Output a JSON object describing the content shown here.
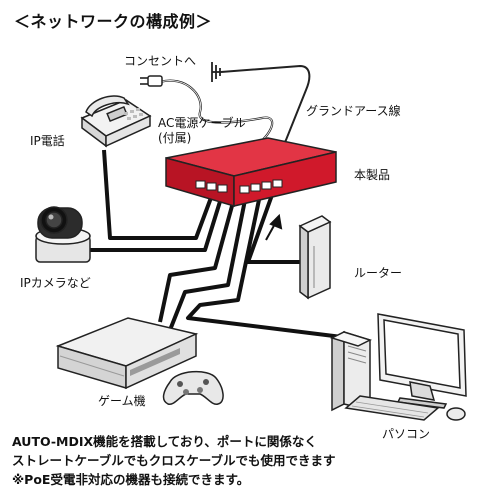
{
  "title": "＜ネットワークの構成例＞",
  "labels": {
    "outlet": "コンセントへ",
    "ac_cable_line1": "AC電源ケーブル",
    "ac_cable_line2": "(付属)",
    "ground": "グランドアース線",
    "ip_phone": "IP電話",
    "product": "本製品",
    "ip_camera": "IPカメラなど",
    "router": "ルーター",
    "game": "ゲーム機",
    "pc": "パソコン"
  },
  "notes": [
    "AUTO-MDIX機能を搭載しており、ポートに関係なく",
    "ストレートケーブルでもクロスケーブルでも使用できます",
    "※PoE受電非対応の機器も接続できます。"
  ],
  "colors": {
    "switch_red": "#d0192b",
    "switch_dark": "#8f0d18",
    "cable": "#111111"
  }
}
